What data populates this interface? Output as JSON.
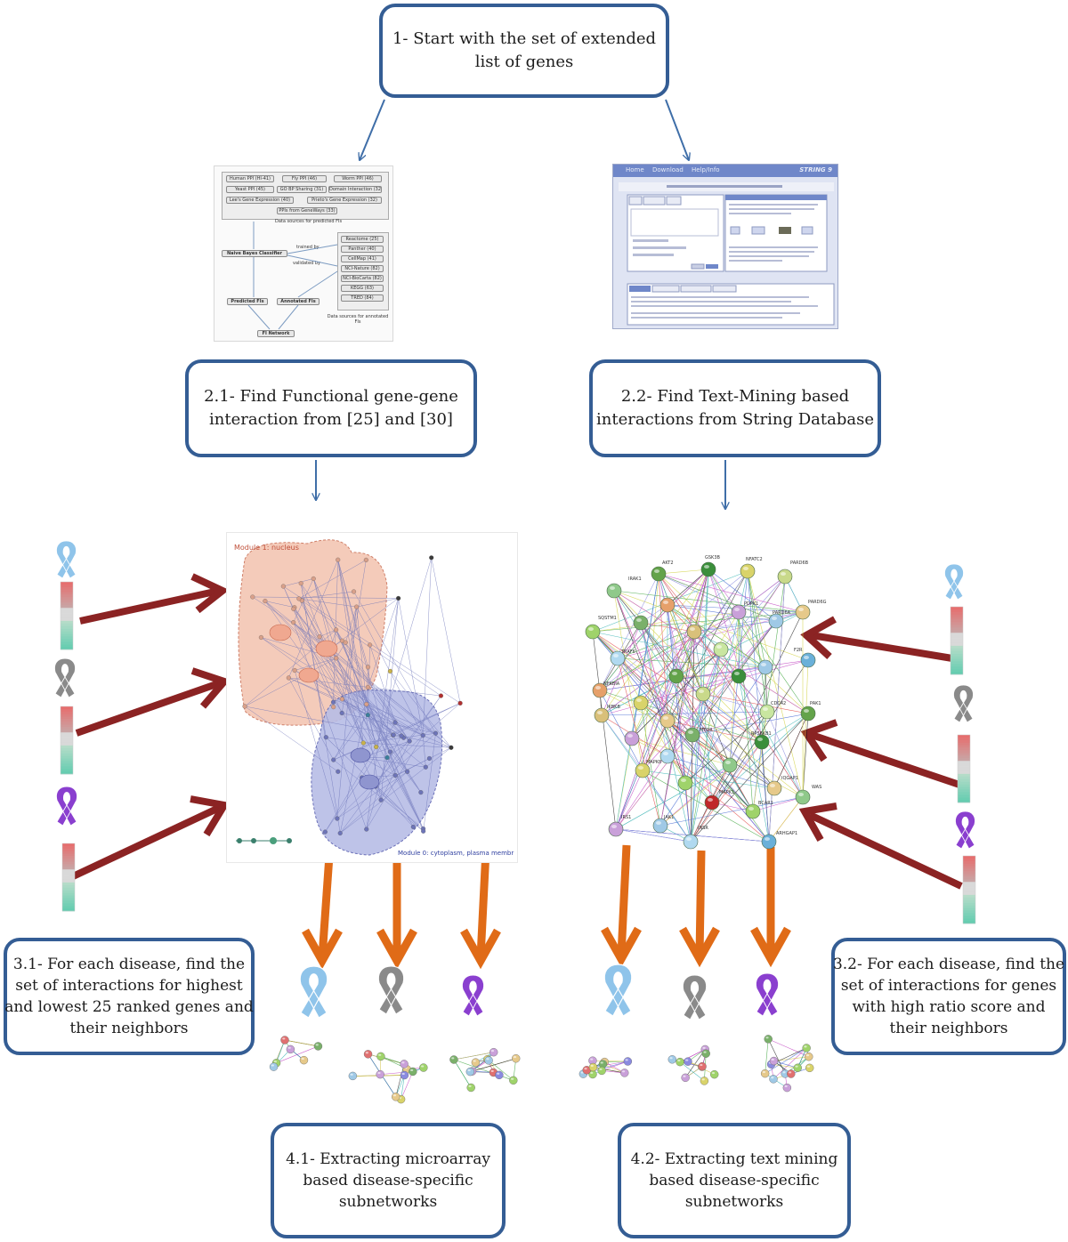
{
  "colors": {
    "box_border": "#345d94",
    "blue_arrow": "#3f6ea8",
    "red_arrow": "#8b2323",
    "orange_arrow": "#e06b17",
    "ribbon_blue": "#8fc4ea",
    "ribbon_gray": "#8a8a8a",
    "ribbon_purple": "#8a3fcf"
  },
  "steps": {
    "step1": {
      "lines": [
        "1- Start with the set of extended",
        "list of genes"
      ]
    },
    "step21": {
      "lines": [
        "2.1- Find Functional gene-gene",
        "interaction from [25] and [30]"
      ]
    },
    "step22": {
      "lines": [
        "2.2- Find Text-Mining based",
        "interactions from String Database"
      ]
    },
    "step31": {
      "lines": [
        "3.1- For each disease, find the",
        "set of interactions for highest",
        "and lowest 25 ranked genes and",
        "their neighbors"
      ]
    },
    "step32": {
      "lines": [
        "3.2- For each disease, find the",
        "set of interactions for genes",
        "with high ratio score and",
        "their neighbors"
      ]
    },
    "step41": {
      "lines": [
        "4.1- Extracting microarray",
        "based disease-specific",
        "subnetworks"
      ]
    },
    "step42": {
      "lines": [
        "4.2- Extracting text mining",
        "based disease-specific",
        "subnetworks"
      ]
    }
  },
  "fi_thumbnail": {
    "sources": [
      "Human PPI (HI-41)",
      "Fly PPI (46)",
      "Worm PPI (46)",
      "Yeast PPI (45)",
      "GO BP Sharing (31)",
      "Domain Interaction (32)",
      "Lee's Gene Expression (40)",
      "Prieto's Gene Expression (32)",
      "PPIs from GeneWays (33)"
    ],
    "predicted_caption": "Data sources for predicted FIs",
    "classifier": "Naive Bayes Classifier",
    "trained_by": "trained by",
    "validated_by": "validated by",
    "annotated_sources": [
      "Reactome (25)",
      "Panther (40)",
      "CellMap (41)",
      "NCI-Nature (82)",
      "NCI-BioCarta (82)",
      "KEGG (63)",
      "TRED (84)"
    ],
    "predicted_fis": "Predicted FIs",
    "annotated_fis": "Annotated FIs",
    "annotated_caption": "Data sources for annotated FIs",
    "network": "FI Network"
  },
  "string_thumbnail": {
    "nav": [
      "Home",
      "Download",
      "Help/Info"
    ],
    "logo": "STRING 9"
  },
  "microarray_network": {
    "module1_label": "Module 1: nucleus",
    "module0_label": "Module 0: cytoplasm, plasma membr"
  },
  "textmining_network": {
    "genes": [
      "AKT2",
      "GSK3B",
      "NFATC2",
      "PARD6B",
      "PARD6G",
      "IRAK1",
      "SQSTM1",
      "PDPK1",
      "PARD6A",
      "TRAF6",
      "F2R",
      "NFKBIA",
      "IKBKB",
      "MTOR",
      "CDC42",
      "PAK1",
      "RPS6KB1",
      "MAPK8",
      "MAPK1",
      "IQGAP1",
      "WAS",
      "BCAR1",
      "IRS1",
      "JAK1",
      "INSR",
      "ARHGAP1"
    ]
  }
}
